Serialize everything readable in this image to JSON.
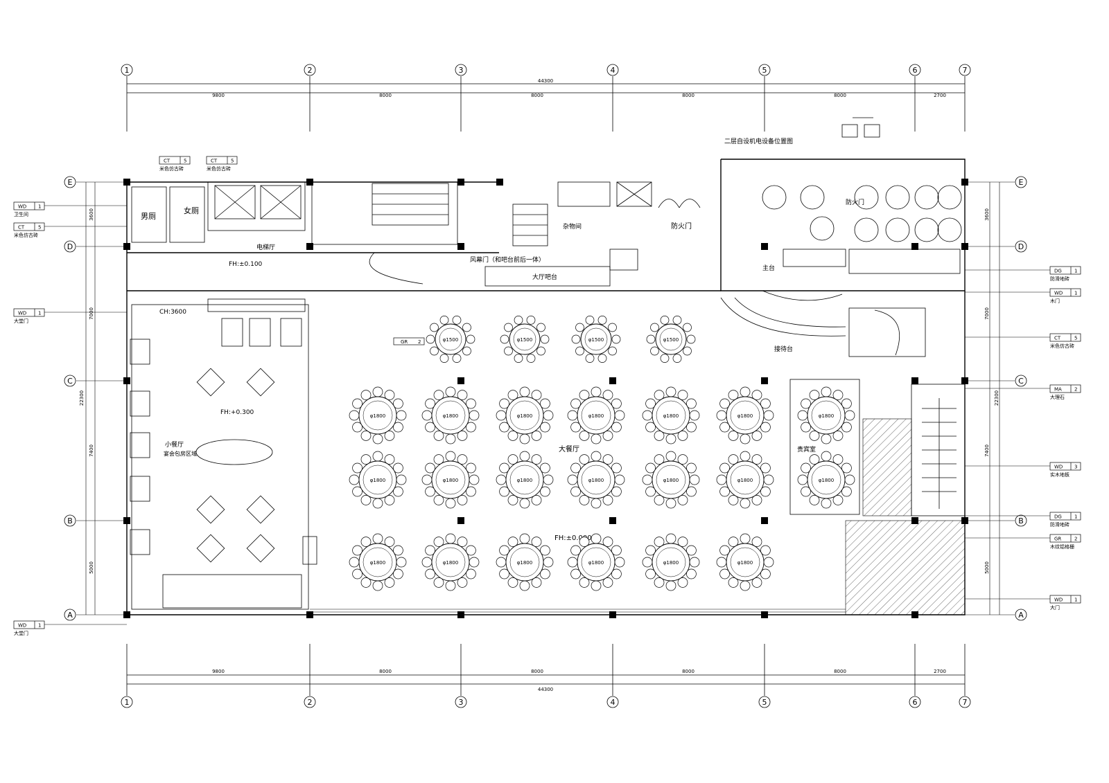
{
  "grid_columns": [
    {
      "label": "1"
    },
    {
      "label": "2"
    },
    {
      "label": "3"
    },
    {
      "label": "4"
    },
    {
      "label": "5"
    },
    {
      "label": "6"
    },
    {
      "label": "7"
    }
  ],
  "grid_rows": [
    {
      "label": "E"
    },
    {
      "label": "D"
    },
    {
      "label": "C"
    },
    {
      "label": "B"
    },
    {
      "label": "A"
    }
  ],
  "dimensions": {
    "total": "44300",
    "bays": [
      "9800",
      "8000",
      "8000",
      "8000",
      "8000",
      "2700"
    ],
    "right_total": "22300",
    "right_segments": [
      "3600",
      "7000",
      "7400",
      "5000"
    ],
    "left_total": "22300",
    "left_segments": [
      "3600",
      "7000",
      "7400",
      "5000"
    ]
  },
  "labels": {
    "equipment_note": "二层自设机电设备位置图",
    "fire_door_1": "防火门",
    "fire_door_2": "防火门",
    "hall_level_main": "FH:±0.000",
    "hall_level_left": "FH:+0.300",
    "hall_level_top": "FH:±0.100",
    "main_hall": "大餐厅",
    "small_hall": "小餐厅",
    "small_hall_sub": "宴会包房区域",
    "elevator_hall": "电梯厅",
    "toilet_m": "男厕",
    "toilet_f": "女厕",
    "ceiling_height": "CH:3600",
    "vip_room": "贵宾室",
    "stage": "主台",
    "reception": "接待台",
    "storage": "杂物间",
    "wind_door": "风幕门（和吧台前后一体）",
    "hall_counter": "大厅吧台",
    "gr_tag": "GR",
    "gr_num": "2"
  },
  "tables_main": [
    {
      "label": "φ1500"
    },
    {
      "label": "φ1500"
    },
    {
      "label": "φ1500"
    },
    {
      "label": "φ1500"
    },
    {
      "label": "φ1800"
    },
    {
      "label": "φ1800"
    },
    {
      "label": "φ1800"
    },
    {
      "label": "φ1800"
    },
    {
      "label": "φ1800"
    },
    {
      "label": "φ1800"
    },
    {
      "label": "φ1800"
    },
    {
      "label": "φ1800"
    },
    {
      "label": "φ1800"
    },
    {
      "label": "φ1800"
    },
    {
      "label": "φ1800"
    },
    {
      "label": "φ1800"
    },
    {
      "label": "φ1800"
    },
    {
      "label": "φ1800"
    },
    {
      "label": "φ1800"
    },
    {
      "label": "φ1800"
    },
    {
      "label": "φ1800"
    },
    {
      "label": "φ1800"
    },
    {
      "label": "φ1800"
    },
    {
      "label": "φ1800"
    }
  ],
  "tags_left": [
    {
      "code": "WD",
      "num": "1",
      "text": "卫生间"
    },
    {
      "code": "CT",
      "num": "5",
      "text": "米色仿古砖"
    },
    {
      "code": "WD",
      "num": "1",
      "text": "大堂门"
    },
    {
      "code": "WD",
      "num": "1",
      "text": "大堂门"
    }
  ],
  "tags_right": [
    {
      "code": "DG",
      "num": "1",
      "text": "防滑地砖"
    },
    {
      "code": "WD",
      "num": "1",
      "text": "木门"
    },
    {
      "code": "CT",
      "num": "5",
      "text": "米色仿古砖"
    },
    {
      "code": "MA",
      "num": "2",
      "text": "大理石"
    },
    {
      "code": "WD",
      "num": "3",
      "text": "实木地板"
    },
    {
      "code": "DG",
      "num": "1",
      "text": "防滑地砖"
    },
    {
      "code": "GR",
      "num": "2",
      "text": "木纹铝格栅"
    },
    {
      "code": "WD",
      "num": "1",
      "text": "大门"
    }
  ],
  "tags_top": [
    {
      "code": "CT",
      "num": "5",
      "text": "米色仿古砖"
    },
    {
      "code": "CT",
      "num": "5",
      "text": "米色仿古砖"
    }
  ]
}
